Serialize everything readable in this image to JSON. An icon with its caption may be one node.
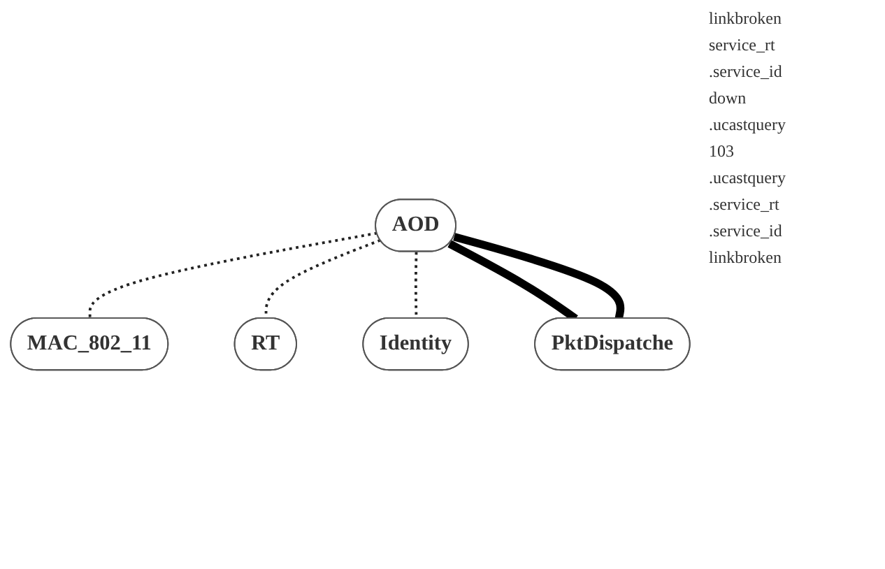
{
  "diagram": {
    "nodes": [
      {
        "text": [
          "AOD"
        ]
      },
      {
        "text": [
          "RT"
        ]
      },
      {
        "text": [
          "PktDispatche"
        ]
      },
      {
        "text": [
          "Identity"
        ]
      },
      {
        "text": [
          "MAC_802_11"
        ]
      }
    ],
    "edges": [
      {
        "from": 0,
        "to": 4,
        "arrow": "none",
        "style": "dashed"
      },
      {
        "from": 0,
        "to": 1,
        "arrow": "none",
        "style": "dashed"
      },
      {
        "from": 0,
        "to": 3,
        "arrow": "none",
        "style": "dashed"
      },
      {
        "from": 0,
        "to": 2,
        "arrow": "none",
        "style": "thick"
      },
      {
        "from": 0,
        "to": 2,
        "arrow": "none",
        "style": "thick"
      }
    ],
    "labels": [
      "linkbroken",
      "service_rt",
      ".service_id",
      "down",
      ".ucastquery",
      "103",
      ".ucastquery",
      ".service_rt",
      ".service_id",
      "linkbroken"
    ]
  }
}
